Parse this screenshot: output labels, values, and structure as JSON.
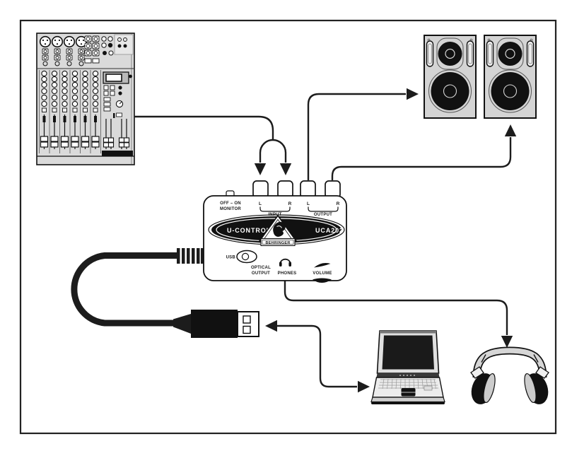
{
  "device": {
    "top_labels": {
      "off_on": "OFF – ON",
      "monitor": "MONITOR",
      "input_l": "L",
      "input_r": "R",
      "input": "INPUT",
      "output_l": "L",
      "output_r": "R",
      "output": "OUTPUT"
    },
    "logo": {
      "left": "U-CONTROL",
      "right": "UCA202",
      "brand": "BEHRINGER"
    },
    "bottom_labels": {
      "usb": "USB",
      "optical_line1": "OPTICAL",
      "optical_line2": "OUTPUT",
      "phones": "PHONES",
      "volume": "VOLUME"
    }
  },
  "colors": {
    "line": "#1c1c1c",
    "panel_gray": "#d8d8d8",
    "speaker_gray": "#d4d4d4",
    "black": "#111111",
    "white": "#ffffff"
  }
}
